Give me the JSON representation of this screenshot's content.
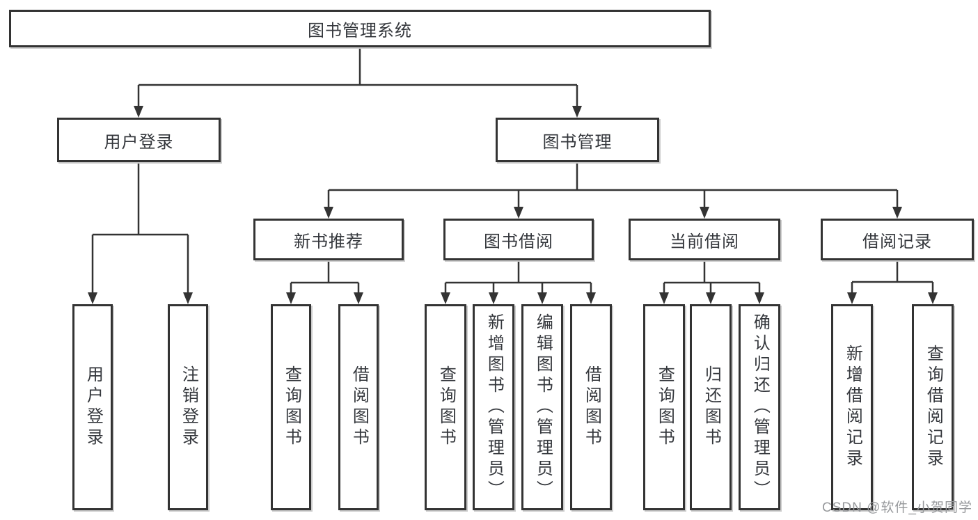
{
  "tree": {
    "root": {
      "label": "图书管理系统"
    },
    "children": [
      {
        "label": "用户登录",
        "children": [
          {
            "label": "用户登录"
          },
          {
            "label": "注销登录"
          }
        ]
      },
      {
        "label": "图书管理",
        "children": [
          {
            "label": "新书推荐",
            "children": [
              {
                "label": "查询图书"
              },
              {
                "label": "借阅图书"
              }
            ]
          },
          {
            "label": "图书借阅",
            "children": [
              {
                "label": "查询图书"
              },
              {
                "label": "新增图书（管理员）"
              },
              {
                "label": "编辑图书（管理员）"
              },
              {
                "label": "借阅图书"
              }
            ]
          },
          {
            "label": "当前借阅",
            "children": [
              {
                "label": "查询图书"
              },
              {
                "label": "归还图书"
              },
              {
                "label": "确认归还（管理员）"
              }
            ]
          },
          {
            "label": "借阅记录",
            "children": [
              {
                "label": "新增借阅记录"
              },
              {
                "label": "查询借阅记录"
              }
            ]
          }
        ]
      }
    ]
  },
  "watermark": {
    "text": "CSDN @软件_小贺同学"
  },
  "colors": {
    "line": "#333333",
    "box_border": "#333333",
    "text": "#34373c",
    "watermark": "#97999c",
    "background": "#ffffff"
  }
}
